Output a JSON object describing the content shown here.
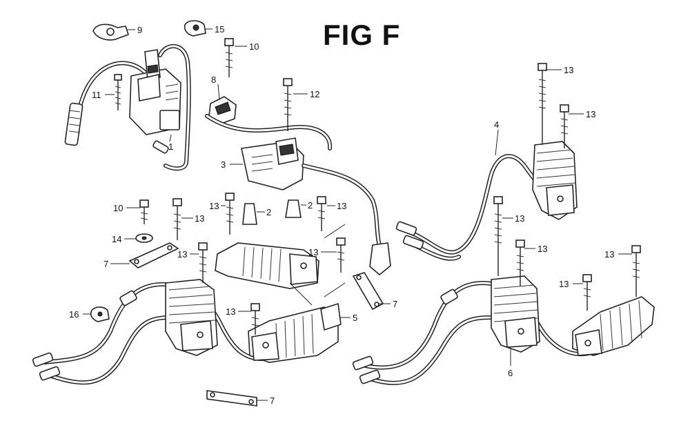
{
  "title": "FIG F",
  "callouts": [
    {
      "id": "c9",
      "text": "9"
    },
    {
      "id": "c15",
      "text": "15"
    },
    {
      "id": "c10a",
      "text": "10"
    },
    {
      "id": "c11",
      "text": "11"
    },
    {
      "id": "c8",
      "text": "8"
    },
    {
      "id": "c12",
      "text": "12"
    },
    {
      "id": "c1",
      "text": "1"
    },
    {
      "id": "c3",
      "text": "3"
    },
    {
      "id": "c2a",
      "text": "2"
    },
    {
      "id": "c2b",
      "text": "2"
    },
    {
      "id": "c13a",
      "text": "13"
    },
    {
      "id": "c13b",
      "text": "13"
    },
    {
      "id": "c10b",
      "text": "10"
    },
    {
      "id": "c13c",
      "text": "13"
    },
    {
      "id": "c14",
      "text": "14"
    },
    {
      "id": "c7a",
      "text": "7"
    },
    {
      "id": "c13d",
      "text": "13"
    },
    {
      "id": "c13e",
      "text": "13"
    },
    {
      "id": "c16",
      "text": "16"
    },
    {
      "id": "c13f",
      "text": "13"
    },
    {
      "id": "c5",
      "text": "5"
    },
    {
      "id": "c7b",
      "text": "7"
    },
    {
      "id": "c7c",
      "text": "7"
    },
    {
      "id": "c13g",
      "text": "13"
    },
    {
      "id": "c13h",
      "text": "13"
    },
    {
      "id": "c4",
      "text": "4"
    },
    {
      "id": "c13i",
      "text": "13"
    },
    {
      "id": "c13j",
      "text": "13"
    },
    {
      "id": "c13k",
      "text": "13"
    },
    {
      "id": "c13l",
      "text": "13"
    },
    {
      "id": "c6",
      "text": "6"
    }
  ]
}
